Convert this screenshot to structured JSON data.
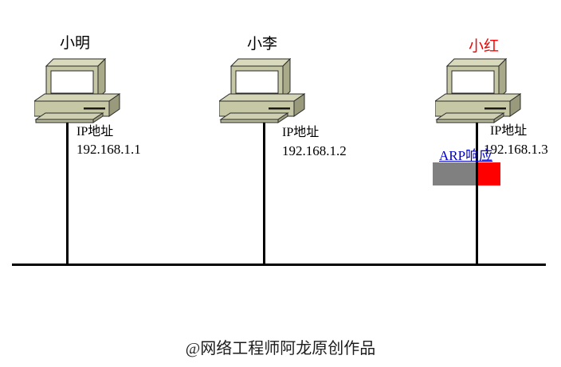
{
  "diagram_title": "ARP response network diagram",
  "hosts": [
    {
      "name": "小明",
      "name_color": "#000000",
      "ip_label": "IP地址",
      "ip": "192.168.1.1"
    },
    {
      "name": "小李",
      "name_color": "#000000",
      "ip_label": "IP地址",
      "ip": "192.168.1.2"
    },
    {
      "name": "小红",
      "name_color": "#ff0000",
      "ip_label": "IP地址",
      "ip": "192.168.1.3"
    }
  ],
  "arp_response": {
    "label": "ARP响应",
    "label_color": "#0000cc",
    "frame_gray_color": "#808080",
    "frame_red_color": "#ff0000"
  },
  "network": {
    "bus_color": "#000000"
  },
  "watermark": {
    "text": "@网络工程师阿龙原创作品"
  }
}
